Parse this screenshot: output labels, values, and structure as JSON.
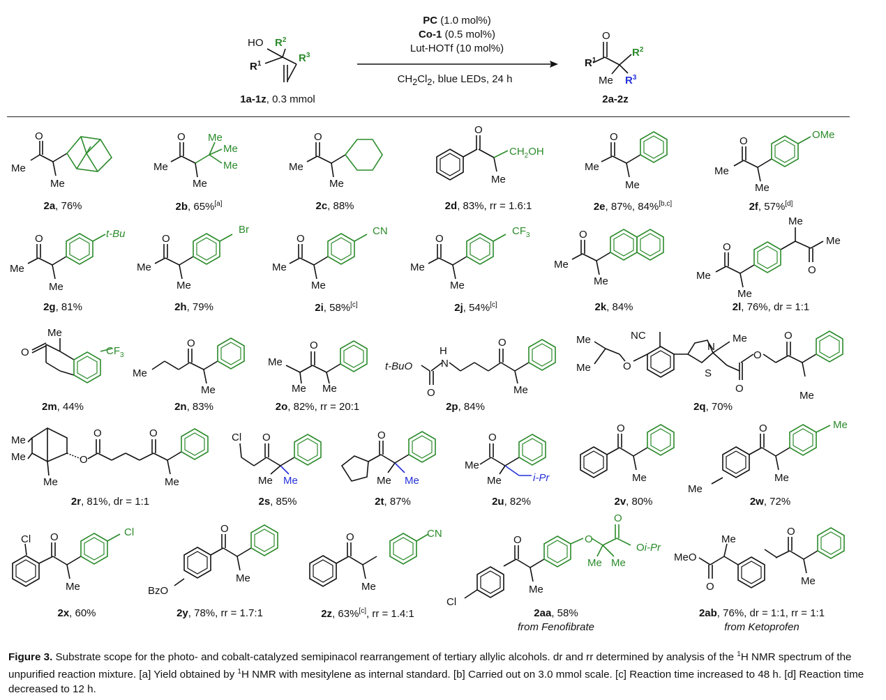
{
  "reaction": {
    "conditions_top": [
      "PC (1.0 mol%)",
      "Co-1 (0.5 mol%)",
      "Lut-HOTf (10 mol%)"
    ],
    "conditions_bottom": "CH2Cl2, blue LEDs, 24 h",
    "reactant_label": "1a-1z",
    "reactant_amount": ", 0.3 mmol",
    "product_label": "2a-2z"
  },
  "products": [
    {
      "id": "2a",
      "yield": ", 76%"
    },
    {
      "id": "2b",
      "yield": ", 65%[a]"
    },
    {
      "id": "2c",
      "yield": ", 88%"
    },
    {
      "id": "2d",
      "yield": ", 83%, rr = 1.6:1"
    },
    {
      "id": "2e",
      "yield": ", 87%, 84%[b,c]"
    },
    {
      "id": "2f",
      "yield": ", 57%[d]"
    },
    {
      "id": "2g",
      "yield": ", 81%"
    },
    {
      "id": "2h",
      "yield": ", 79%"
    },
    {
      "id": "2i",
      "yield": ", 58%[c]"
    },
    {
      "id": "2j",
      "yield": ", 54%[c]"
    },
    {
      "id": "2k",
      "yield": ", 84%"
    },
    {
      "id": "2l",
      "yield": ", 76%, dr = 1:1"
    },
    {
      "id": "2m",
      "yield": ", 44%"
    },
    {
      "id": "2n",
      "yield": ", 83%"
    },
    {
      "id": "2o",
      "yield": ", 82%, rr = 20:1"
    },
    {
      "id": "2p",
      "yield": ", 84%"
    },
    {
      "id": "2q",
      "yield": ", 70%"
    },
    {
      "id": "2r",
      "yield": ", 81%, dr = 1:1"
    },
    {
      "id": "2s",
      "yield": ", 85%"
    },
    {
      "id": "2t",
      "yield": ", 87%"
    },
    {
      "id": "2u",
      "yield": ", 82%"
    },
    {
      "id": "2v",
      "yield": ", 80%"
    },
    {
      "id": "2w",
      "yield": ", 72%"
    },
    {
      "id": "2x",
      "yield": ", 60%"
    },
    {
      "id": "2y",
      "yield": ", 78%, rr = 1.7:1"
    },
    {
      "id": "2z",
      "yield": ", 63%[c], rr = 1.4:1"
    },
    {
      "id": "2aa",
      "yield": ", 58%",
      "source": "from Fenofibrate"
    },
    {
      "id": "2ab",
      "yield": ", 76%, dr = 1:1, rr = 1:1",
      "source": "from Ketoprofen"
    }
  ],
  "atoms": {
    "ho": "HO",
    "r1": "R1",
    "r2": "R2",
    "r3": "R3",
    "o": "O",
    "me": "Me",
    "oh": "CH2OH",
    "ome": "OMe",
    "tbu": "t-Bu",
    "br": "Br",
    "cn": "CN",
    "cf3": "CF3",
    "cl": "Cl",
    "bzo": "BzO",
    "meo": "MeO",
    "nc": "NC",
    "n": "N",
    "s": "S",
    "h": "H",
    "tbuo": "t-BuO",
    "oipr": "Oi-Pr",
    "ipr": "i-Pr"
  },
  "caption": {
    "label": "Figure 3.",
    "text": "Substrate scope for the photo- and cobalt-catalyzed semipinacol rearrangement of tertiary allylic alcohols. dr and rr determined by analysis of the 1H NMR spectrum of the unpurified reaction mixture. [a] Yield obtained by 1H NMR with mesitylene as internal standard. [b] Carried out on 3.0 mmol scale. [c] Reaction time increased to 48 h. [d] Reaction time decreased to 12 h."
  },
  "colors": {
    "substituent_green": "#2a8a2a",
    "migrating_blue": "#2430d8",
    "bond": "#111111"
  }
}
